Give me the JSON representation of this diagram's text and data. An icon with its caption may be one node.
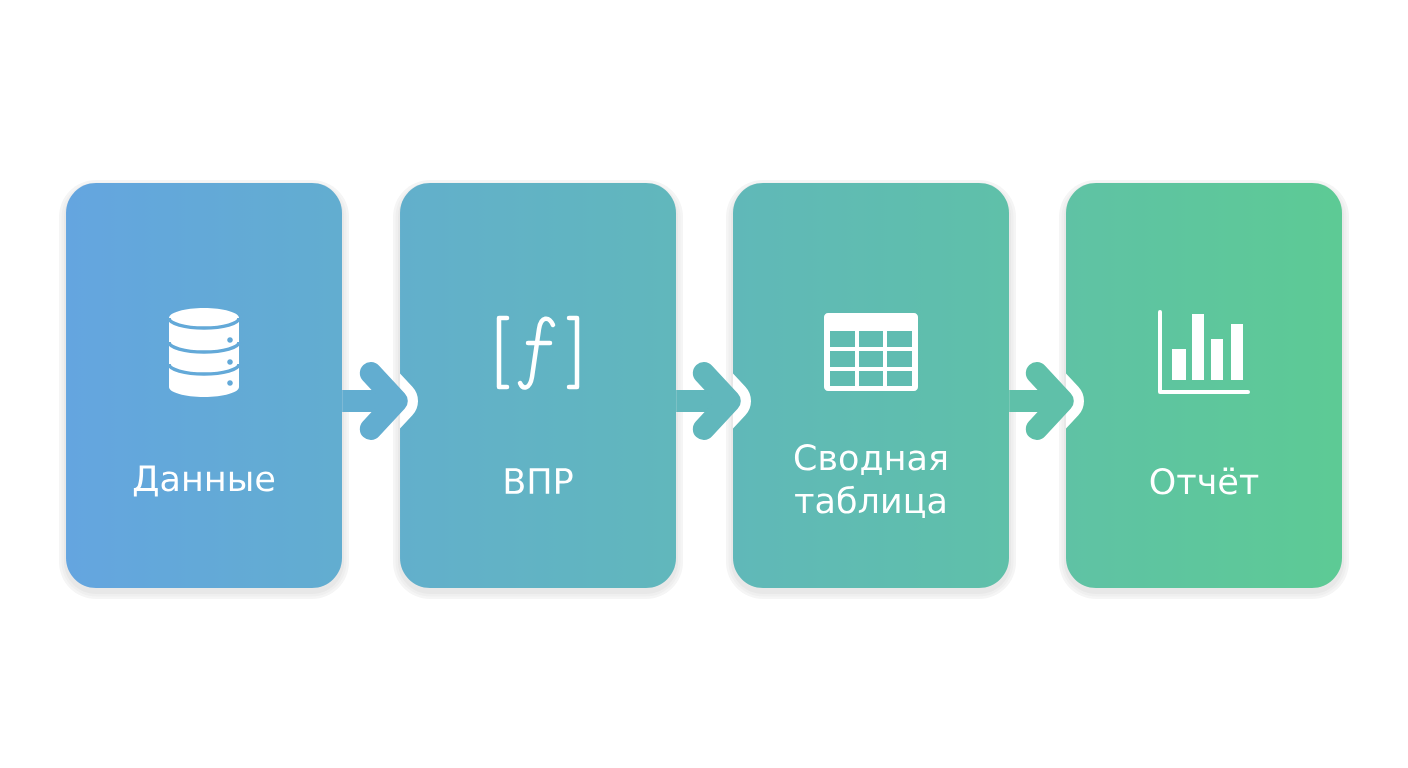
{
  "diagram": {
    "nodes": [
      {
        "text": [
          "Данные"
        ]
      },
      {
        "text": [
          "ВПР"
        ]
      },
      {
        "text": [
          "Сводная таблица"
        ]
      },
      {
        "text": [
          "Отчёт"
        ]
      }
    ],
    "edges": [
      {
        "from": 0,
        "to": 1,
        "arrow": "to"
      },
      {
        "from": 1,
        "to": 2,
        "arrow": "to"
      },
      {
        "from": 2,
        "to": 3,
        "arrow": "to"
      }
    ]
  }
}
